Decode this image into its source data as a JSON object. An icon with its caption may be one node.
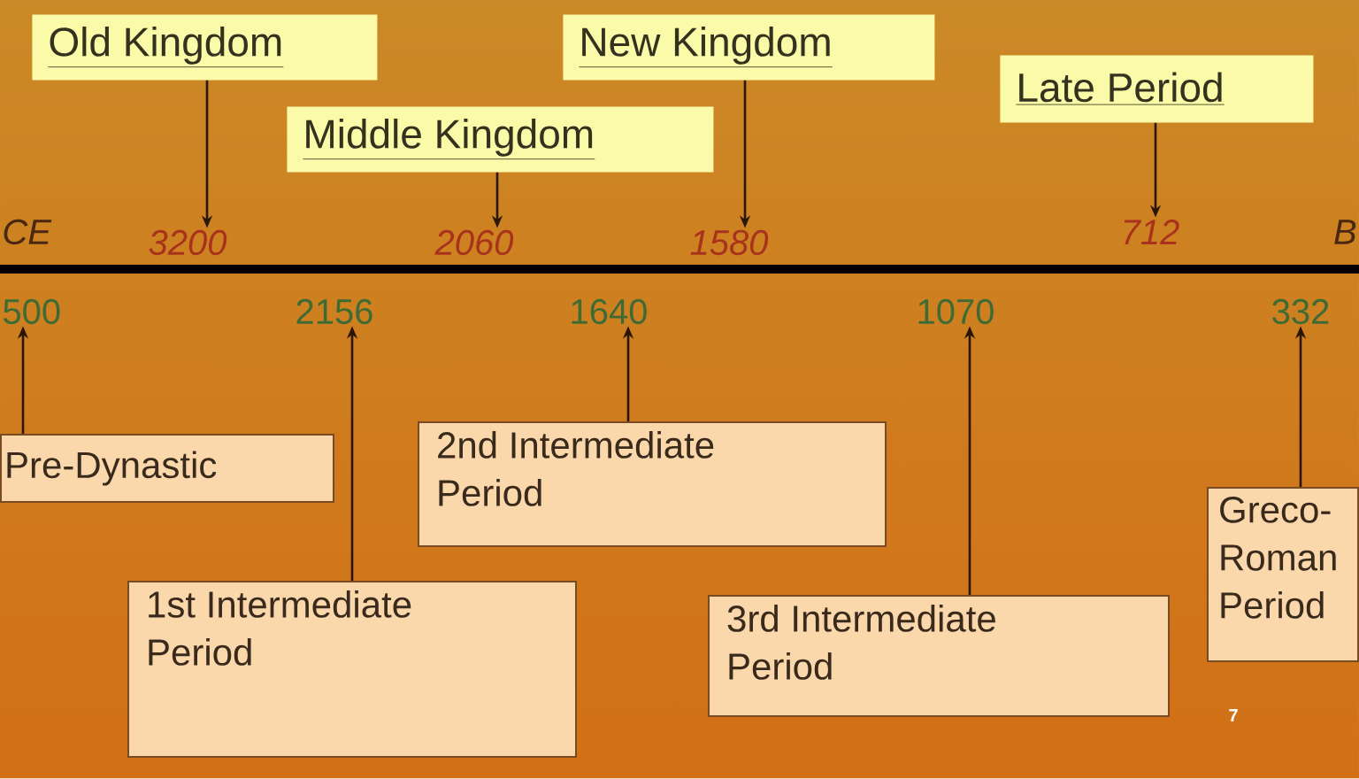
{
  "diagram": {
    "nodes": [
      {
        "text": [
          "Old Kingdom"
        ]
      },
      {
        "text": [
          "Middle Kingdom"
        ]
      },
      {
        "text": [
          "New Kingdom"
        ]
      },
      {
        "text": [
          "Late Period"
        ]
      },
      {
        "text": [
          "3200"
        ]
      },
      {
        "text": [
          "2060"
        ]
      },
      {
        "text": [
          "1580"
        ]
      },
      {
        "text": [
          "712"
        ]
      },
      {
        "text": [
          "500"
        ]
      },
      {
        "text": [
          "2156"
        ]
      },
      {
        "text": [
          "1640"
        ]
      },
      {
        "text": [
          "1070"
        ]
      },
      {
        "text": [
          "332"
        ]
      },
      {
        "text": [
          "Pre-Dynastic"
        ]
      },
      {
        "text": [
          "2nd Intermediate Period"
        ]
      },
      {
        "text": [
          "1st Intermediate Period"
        ]
      },
      {
        "text": [
          "3rd Intermediate Period"
        ]
      },
      {
        "text": [
          "Greco-Roman Period"
        ]
      }
    ],
    "edges": [
      {
        "from": 0,
        "to": 4,
        "arrow": "to"
      },
      {
        "from": 1,
        "to": 5,
        "arrow": "to"
      },
      {
        "from": 2,
        "to": 6,
        "arrow": "to"
      },
      {
        "from": 3,
        "to": 7,
        "arrow": "to"
      },
      {
        "from": 13,
        "to": 8,
        "arrow": "to"
      },
      {
        "from": 15,
        "to": 9,
        "arrow": "to"
      },
      {
        "from": 14,
        "to": 10,
        "arrow": "to"
      },
      {
        "from": 16,
        "to": 11,
        "arrow": "to"
      },
      {
        "from": 17,
        "to": 12,
        "arrow": "to"
      }
    ],
    "labels": [
      "CE",
      "B",
      "7"
    ]
  }
}
